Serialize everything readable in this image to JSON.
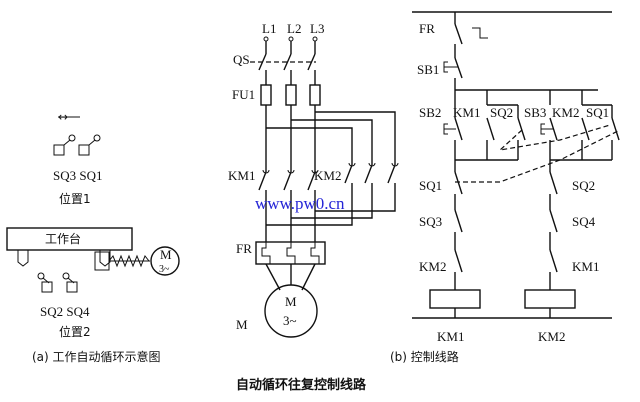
{
  "caption": "自动循环往复控制线路",
  "watermark": "www.pw0.cn",
  "left_panel": {
    "arrow_symbol": "↔",
    "sq_top": "SQ3 SQ1",
    "pos1": "位置1",
    "table_label": "工作台",
    "motor": "M",
    "motor_phase": "3~",
    "sq_bottom": "SQ2  SQ4",
    "pos2": "位置2",
    "caption": "(a) 工作自动循环示意图"
  },
  "main_circuit": {
    "L1": "L1",
    "L2": "L2",
    "L3": "L3",
    "QS": "QS",
    "FU1": "FU1",
    "KM1": "KM1",
    "KM2": "KM2",
    "FR": "FR",
    "M": "M",
    "motor": "M",
    "motor_phase": "3~"
  },
  "control_circuit": {
    "FR": "FR",
    "SB1": "SB1",
    "SB2": "SB2",
    "SB3": "SB3",
    "KM1_a": "KM1",
    "SQ2_a": "SQ2",
    "KM2_a": "KM2",
    "SQ1_a": "SQ1",
    "SQ1_b": "SQ1",
    "SQ2_b": "SQ2",
    "SQ3": "SQ3",
    "SQ4": "SQ4",
    "KM2_b": "KM2",
    "KM1_b": "KM1",
    "coil1": "KM1",
    "coil2": "KM2",
    "caption": "(b) 控制线路"
  }
}
